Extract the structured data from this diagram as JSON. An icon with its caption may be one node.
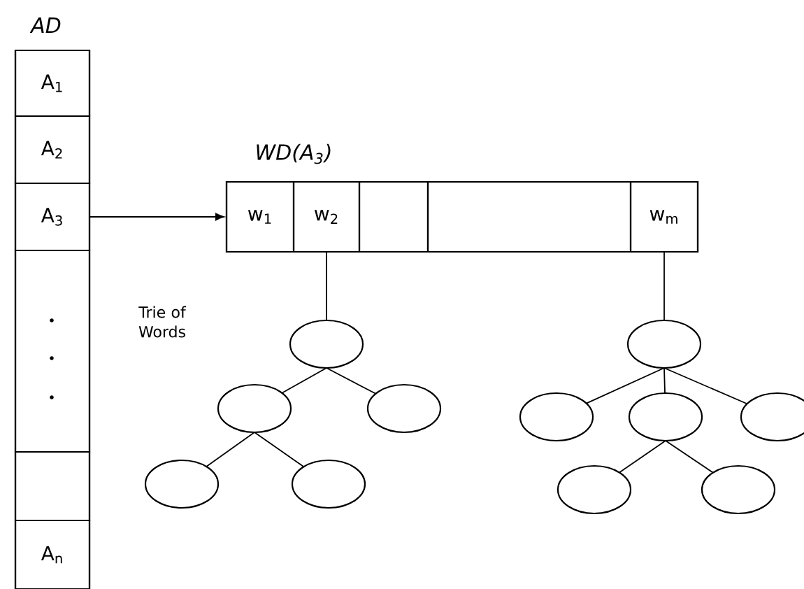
{
  "diagram": {
    "nodes": [
      {
        "text": [
          "AD"
        ]
      },
      {
        "text": [
          "A$_{1}$"
        ],
        "in": 0
      },
      {
        "text": [
          "A$_{2}$"
        ],
        "in": 0
      },
      {
        "text": [
          "A$_{3}$"
        ],
        "in": 0
      },
      {
        "text": [],
        "shape": "box",
        "in": 0
      },
      {
        "text": [],
        "shape": "box",
        "in": 0
      },
      {
        "text": [
          "A$_{n}$"
        ],
        "in": 0
      },
      {
        "text": [
          "WD(A$_{3}$)"
        ]
      },
      {
        "text": [
          "w$_{1}$"
        ],
        "in": 7
      },
      {
        "text": [
          "w$_{2}$"
        ],
        "in": 7
      },
      {
        "text": [],
        "shape": "box",
        "in": 7
      },
      {
        "text": [],
        "shape": "box",
        "in": 7
      },
      {
        "text": [
          "w$_{m}$"
        ],
        "in": 7
      },
      {
        "text": [],
        "shape": "ellipse"
      },
      {
        "text": [],
        "shape": "ellipse"
      },
      {
        "text": [],
        "shape": "ellipse"
      },
      {
        "text": [],
        "shape": "ellipse"
      },
      {
        "text": [],
        "shape": "ellipse"
      },
      {
        "text": [],
        "shape": "ellipse"
      },
      {
        "text": [],
        "shape": "ellipse"
      },
      {
        "text": [],
        "shape": "ellipse"
      },
      {
        "text": [],
        "shape": "ellipse"
      },
      {
        "text": [],
        "shape": "ellipse"
      },
      {
        "text": [],
        "shape": "ellipse"
      }
    ],
    "edges": [
      {
        "from": 3,
        "to": 7,
        "arrow": "to"
      },
      {
        "from": 9,
        "to": 13,
        "arrow": "none"
      },
      {
        "from": 12,
        "to": 18,
        "arrow": "none"
      },
      {
        "from": 13,
        "to": 14,
        "arrow": "none"
      },
      {
        "from": 13,
        "to": 15,
        "arrow": "none"
      },
      {
        "from": 14,
        "to": 16,
        "arrow": "none"
      },
      {
        "from": 14,
        "to": 17,
        "arrow": "none"
      },
      {
        "from": 18,
        "to": 19,
        "arrow": "none"
      },
      {
        "from": 18,
        "to": 20,
        "arrow": "none"
      },
      {
        "from": 18,
        "to": 21,
        "arrow": "none"
      },
      {
        "from": 20,
        "to": 22,
        "arrow": "none"
      },
      {
        "from": 20,
        "to": 23,
        "arrow": "none"
      }
    ],
    "labels": [
      "Trie of Words"
    ]
  }
}
